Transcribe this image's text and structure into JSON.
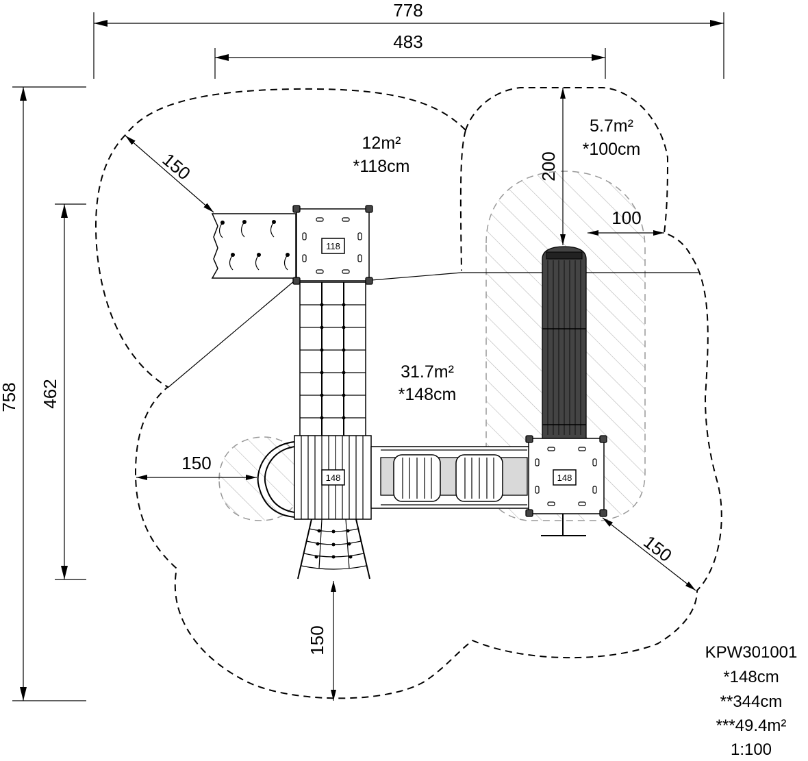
{
  "dimensions": {
    "overall_width": "778",
    "inner_width": "483",
    "overall_height": "758",
    "inner_height": "462",
    "clearance_top_left": "150",
    "clearance_left": "150",
    "clearance_bottom": "150",
    "clearance_bottom_right": "150",
    "slide_top": "200",
    "slide_side": "100"
  },
  "areas": {
    "top_area": "12m²",
    "top_height": "*118cm",
    "main_area": "31.7m²",
    "main_height": "*148cm",
    "slide_area": "5.7m²",
    "slide_height": "*100cm"
  },
  "platform_tags": {
    "top": "118",
    "left": "148",
    "right": "148"
  },
  "product_info": {
    "code": "KPW301001",
    "platform_height": "*148cm",
    "total_height": "**344cm",
    "total_area": "***49.4m²",
    "scale": "1:100"
  }
}
